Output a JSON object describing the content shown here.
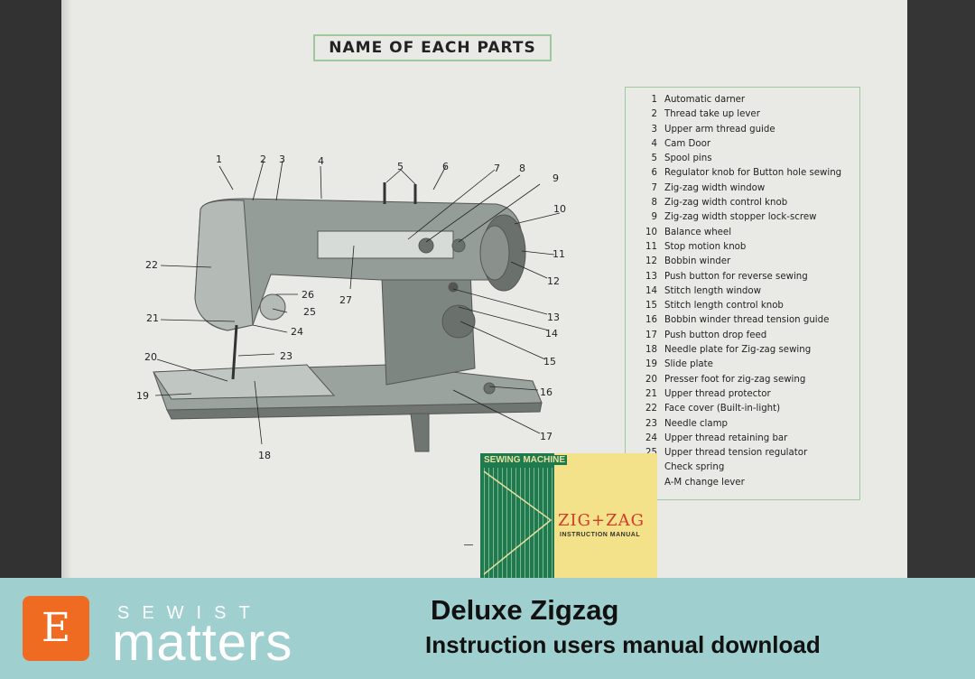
{
  "title": "NAME OF EACH PARTS",
  "parts": [
    {
      "num": "1",
      "label": "Automatic darner"
    },
    {
      "num": "2",
      "label": "Thread take up lever"
    },
    {
      "num": "3",
      "label": "Upper arm thread guide"
    },
    {
      "num": "4",
      "label": "Cam Door"
    },
    {
      "num": "5",
      "label": "Spool pins"
    },
    {
      "num": "6",
      "label": "Regulator knob for Button hole sewing"
    },
    {
      "num": "7",
      "label": "Zig-zag width window"
    },
    {
      "num": "8",
      "label": "Zig-zag width control knob"
    },
    {
      "num": "9",
      "label": "Zig-zag width stopper lock-screw"
    },
    {
      "num": "10",
      "label": "Balance wheel"
    },
    {
      "num": "11",
      "label": "Stop motion knob"
    },
    {
      "num": "12",
      "label": "Bobbin winder"
    },
    {
      "num": "13",
      "label": "Push button for reverse sewing"
    },
    {
      "num": "14",
      "label": "Stitch length window"
    },
    {
      "num": "15",
      "label": "Stitch length control knob"
    },
    {
      "num": "16",
      "label": "Bobbin winder thread tension guide"
    },
    {
      "num": "17",
      "label": "Push button drop feed"
    },
    {
      "num": "18",
      "label": "Needle plate for Zig-zag sewing"
    },
    {
      "num": "19",
      "label": "Slide plate"
    },
    {
      "num": "20",
      "label": "Presser foot for zig-zag sewing"
    },
    {
      "num": "21",
      "label": "Upper thread protector"
    },
    {
      "num": "22",
      "label": "Face cover (Built-in-light)"
    },
    {
      "num": "23",
      "label": "Needle clamp"
    },
    {
      "num": "24",
      "label": "Upper thread retaining bar"
    },
    {
      "num": "25",
      "label": "Upper thread tension regulator"
    },
    {
      "num": "",
      "label": "Check spring"
    },
    {
      "num": "",
      "label": "A-M change lever"
    }
  ],
  "callouts": [
    "1",
    "2",
    "3",
    "4",
    "5",
    "6",
    "7",
    "8",
    "9",
    "10",
    "11",
    "12",
    "13",
    "14",
    "15",
    "16",
    "17",
    "18",
    "19",
    "20",
    "21",
    "22",
    "23",
    "24",
    "25",
    "26",
    "27"
  ],
  "manual": {
    "header": "SEWING MACHINE",
    "zigzag": "ZIG+ZAG",
    "subtitle": "INSTRUCTION MANUAL"
  },
  "footer": {
    "brand_small": "SEWIST",
    "brand_big": "matters",
    "etsy_letter": "E",
    "line1": "Deluxe Zigzag",
    "line2": "Instruction users manual download"
  },
  "colors": {
    "footer_bg": "#9fcfcf",
    "etsy": "#ef6b22",
    "manual_green": "#1f7a4e",
    "manual_yellow": "#f3e28a",
    "box_border": "#9fc89f"
  }
}
